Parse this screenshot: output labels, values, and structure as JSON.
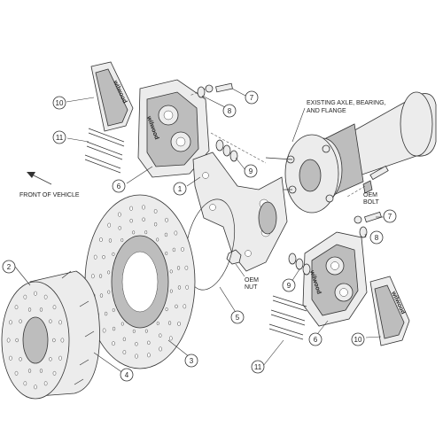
{
  "labels": {
    "front_of_vehicle": "FRONT OF VEHICLE",
    "existing_axle_line1": "EXISTING AXLE, BEARING,",
    "existing_axle_line2": "AND FLANGE",
    "oem_bolt_line1": "OEM",
    "oem_bolt_line2": "BOLT",
    "oem_nut_line1": "OEM",
    "oem_nut_line2": "NUT",
    "brand_pad": "wilwood",
    "brand_caliper": "wilwood"
  },
  "callouts": [
    {
      "id": "pad-top",
      "number": "10"
    },
    {
      "id": "pins-top",
      "number": "11"
    },
    {
      "id": "caliper-top",
      "number": "6"
    },
    {
      "id": "bolt-top",
      "number": "7"
    },
    {
      "id": "washer-top",
      "number": "8"
    },
    {
      "id": "shims-top",
      "number": "9"
    },
    {
      "id": "bracket",
      "number": "1"
    },
    {
      "id": "drum",
      "number": "2"
    },
    {
      "id": "rotor",
      "number": "3"
    },
    {
      "id": "drum-hardware",
      "number": "4"
    },
    {
      "id": "ring",
      "number": "5"
    },
    {
      "id": "bolt-bottom",
      "number": "7"
    },
    {
      "id": "washer-bottom",
      "number": "8"
    },
    {
      "id": "shims-bottom",
      "number": "9"
    },
    {
      "id": "caliper-bottom",
      "number": "6"
    },
    {
      "id": "pad-bottom",
      "number": "10"
    },
    {
      "id": "pins-bottom",
      "number": "11"
    }
  ]
}
